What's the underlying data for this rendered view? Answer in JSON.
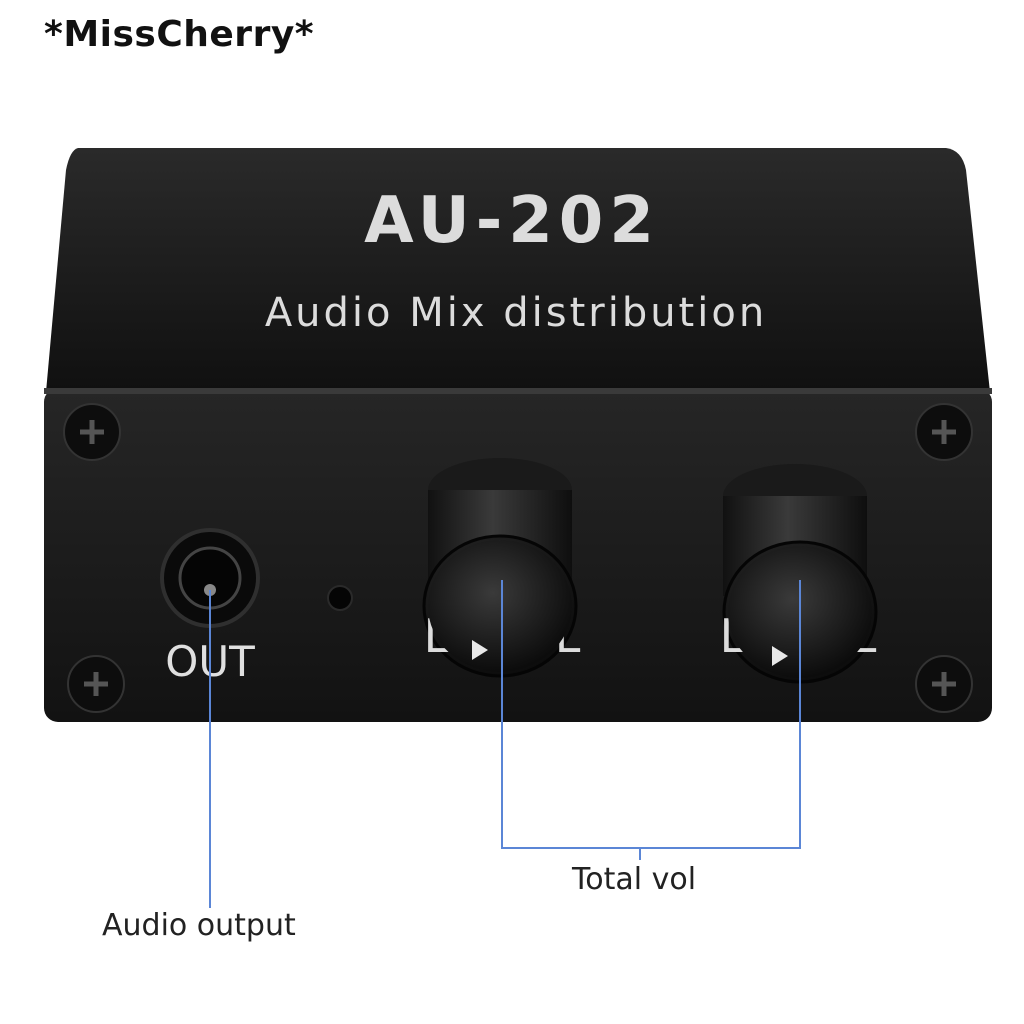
{
  "watermark": "*MissCherry*",
  "device": {
    "model": "AU-202",
    "subtitle": "Audio Mix distribution",
    "port_label": "OUT",
    "knob_labels": [
      "LEVEL",
      "LEVEL"
    ],
    "body_color": "#1b1b1b"
  },
  "annotations": {
    "total_vol": "Total vol",
    "audio_output": "Audio output",
    "line_color": "#5b86d6"
  }
}
